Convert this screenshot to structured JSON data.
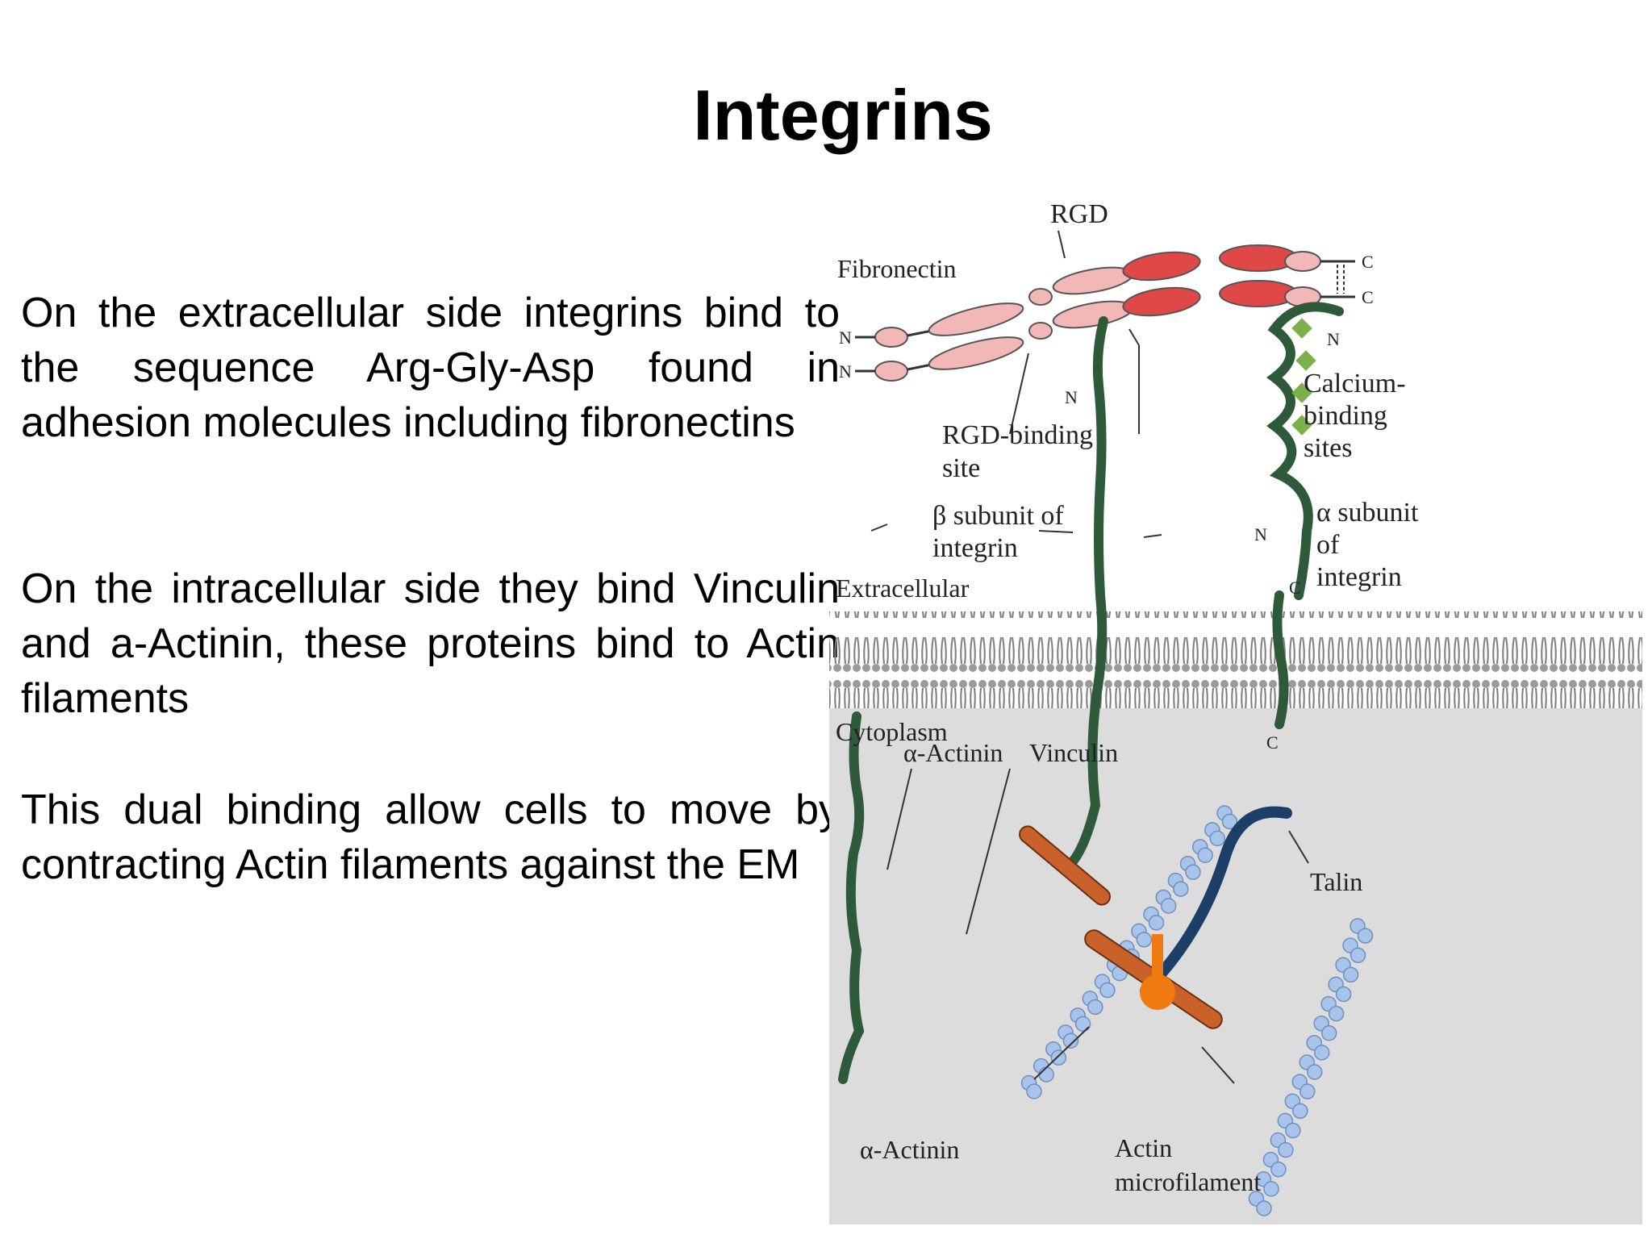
{
  "slide": {
    "title": "Integrins",
    "paragraphs": [
      "On the extracellular side integrins bind to the sequence Arg-Gly-Asp found in adhesion molecules including fibronectins",
      "On the intracellular side they bind Vinculin and a-Actinin, these proteins bind to Actin filaments",
      "This dual binding allow cells to move by contracting Actin filaments against the EM"
    ]
  },
  "diagram": {
    "labels": {
      "rgd": "RGD",
      "fibronectin": "Fibronectin",
      "rgd_binding_1": "RGD-binding",
      "rgd_binding_2": "site",
      "calcium_1": "Calcium-",
      "calcium_2": "binding",
      "calcium_3": "sites",
      "beta_1": "β subunit of",
      "beta_2": "integrin",
      "alpha_1": "α subunit",
      "alpha_2": "of",
      "alpha_3": "integrin",
      "extracellular": "Extracellular",
      "cytoplasm": "Cytoplasm",
      "actinin_top": "α-Actinin",
      "vinculin": "Vinculin",
      "talin": "Talin",
      "actinin_bottom": "α-Actinin",
      "actin_1": "Actin",
      "actin_2": "microfilament",
      "n_fib1": "N",
      "n_fib2": "N",
      "c_fib1": "C",
      "c_fib2": "C",
      "n_beta": "N",
      "n_alpha": "N",
      "n_alpha2": "N",
      "c_alpha": "C",
      "c_alpha2": "C"
    },
    "colors": {
      "fibronectin": "#f2b8b8",
      "rgd": "#d83a3a",
      "integrin": "#2e5a3a",
      "calcium": "#7cb04c",
      "actinin": "#c8622a",
      "vinculin": "#f07a10",
      "talin": "#1b3f66",
      "actin": "#a9c4ea",
      "cytoplasm": "#d9d9d9",
      "membrane": "#8a8a8a"
    }
  }
}
